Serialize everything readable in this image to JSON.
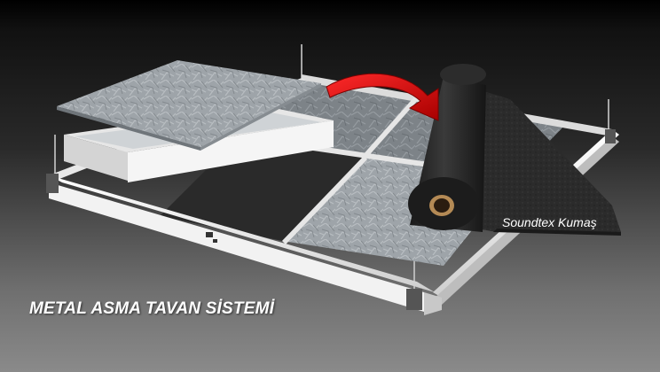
{
  "caption": {
    "text": "METAL ASMA TAVAN SİSTEMİ"
  },
  "fabric_label": {
    "text": "Soundtex Kumaş"
  },
  "colors": {
    "arrow": "#d40000",
    "frame": "#f2f2f2",
    "panel": "#9da3a8",
    "fabric": "#2a2a2a",
    "caption_text": "#ffffff"
  },
  "icons": {
    "arrow": "curved-arrow-icon",
    "roll_core": "cardboard-core"
  }
}
